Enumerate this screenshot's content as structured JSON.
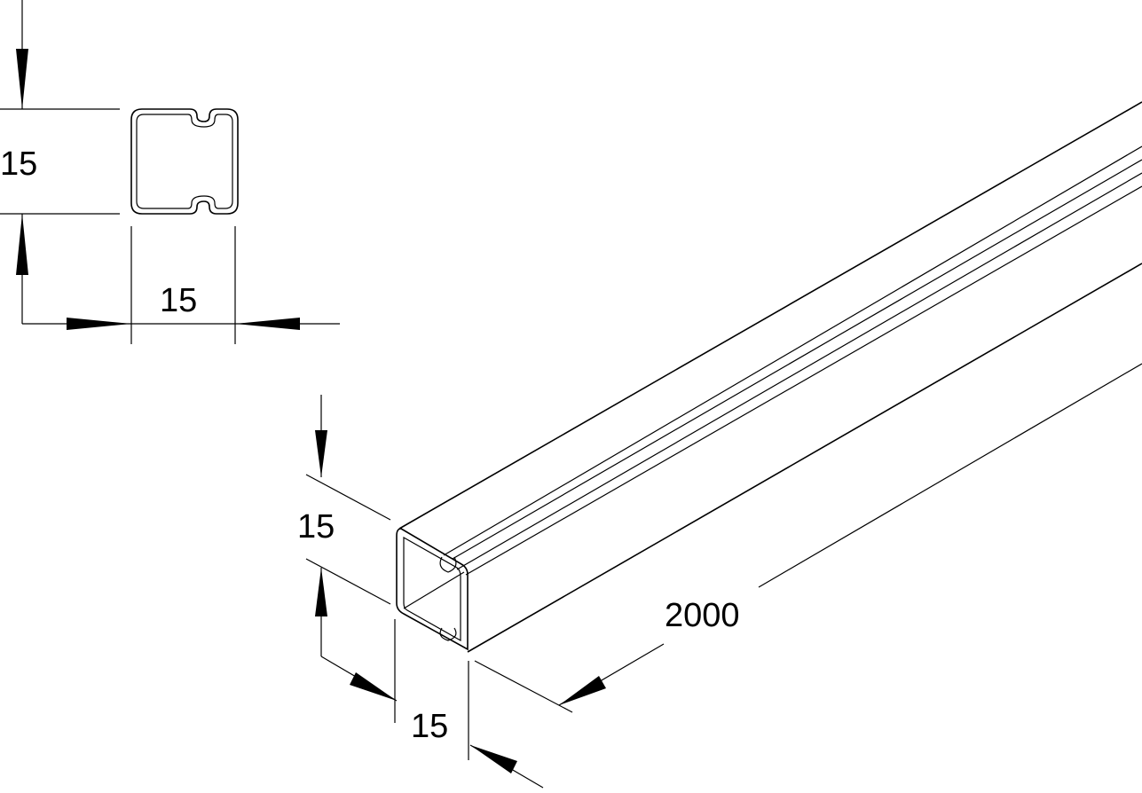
{
  "labels": {
    "profile_height": "15",
    "profile_width": "15",
    "iso_height": "15",
    "iso_width": "15",
    "length": "2000"
  },
  "colors": {
    "line": "#000000",
    "background": "#ffffff"
  }
}
